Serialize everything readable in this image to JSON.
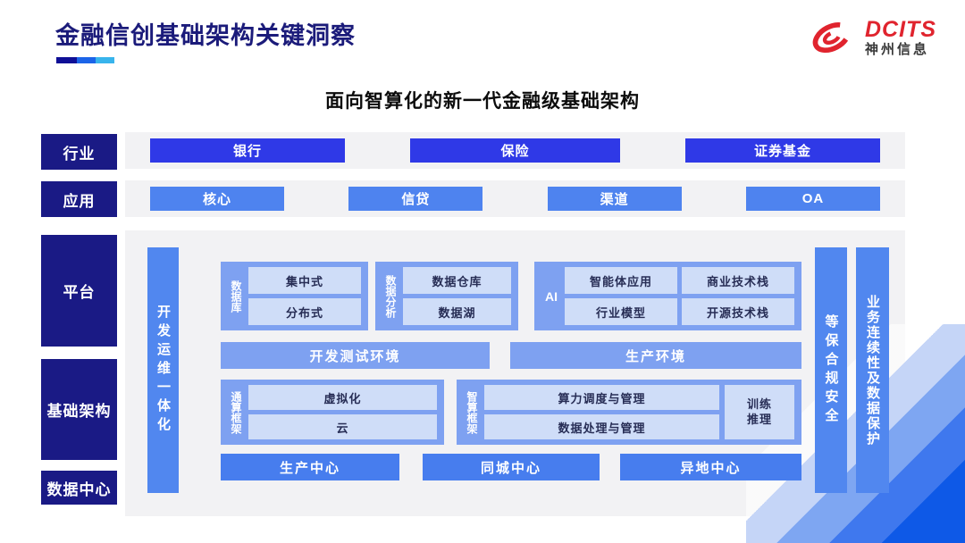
{
  "header": {
    "title": "金融信创基础架构关键洞察",
    "logo": {
      "brand": "DCITS",
      "company": "神州信息"
    }
  },
  "subtitle": "面向智算化的新一代金融级基础架构",
  "left_labels": {
    "industry": "行业",
    "application": "应用",
    "platform": "平台",
    "infrastructure": "基础架构",
    "datacenter": "数据中心"
  },
  "industry_row": {
    "items": [
      "银行",
      "保险",
      "证券基金"
    ]
  },
  "application_row": {
    "items": [
      "核心",
      "信贷",
      "渠道",
      "OA"
    ]
  },
  "platform": {
    "devops_bar": "开发运维一体化",
    "security_bar": "等保合规安全",
    "continuity_bar": "业务连续性及数据保护",
    "database": {
      "label": "数据库",
      "items": [
        "集中式",
        "分布式"
      ]
    },
    "analytics": {
      "label": "数据分析",
      "items": [
        "数据仓库",
        "数据湖"
      ]
    },
    "ai": {
      "label": "AI",
      "items": [
        "智能体应用",
        "商业技术栈",
        "行业模型",
        "开源技术栈"
      ]
    },
    "environments": [
      "开发测试环境",
      "生产环境"
    ],
    "general_framework": {
      "label": "通算框架",
      "items": [
        "虚拟化",
        "云"
      ]
    },
    "ai_framework": {
      "label": "智算框架",
      "items": [
        "算力调度与管理",
        "数据处理与管理"
      ],
      "side": "训练\n推理"
    },
    "centers": [
      "生产中心",
      "同城中心",
      "异地中心"
    ]
  },
  "colors": {
    "title_navy": "#1b1b7a",
    "label_navy": "#1a1a85",
    "primary_button_blue": "#2f39e7",
    "secondary_button_blue": "#4e83ef",
    "section_blue": "#7ea1f1",
    "bar_blue": "#5187ef",
    "center_blue": "#477dee",
    "chip_light_blue": "#cfddf8",
    "panel_gray": "#f2f2f4",
    "logo_red": "#e0242e",
    "corner_deep_blue": "#0e59e7"
  }
}
